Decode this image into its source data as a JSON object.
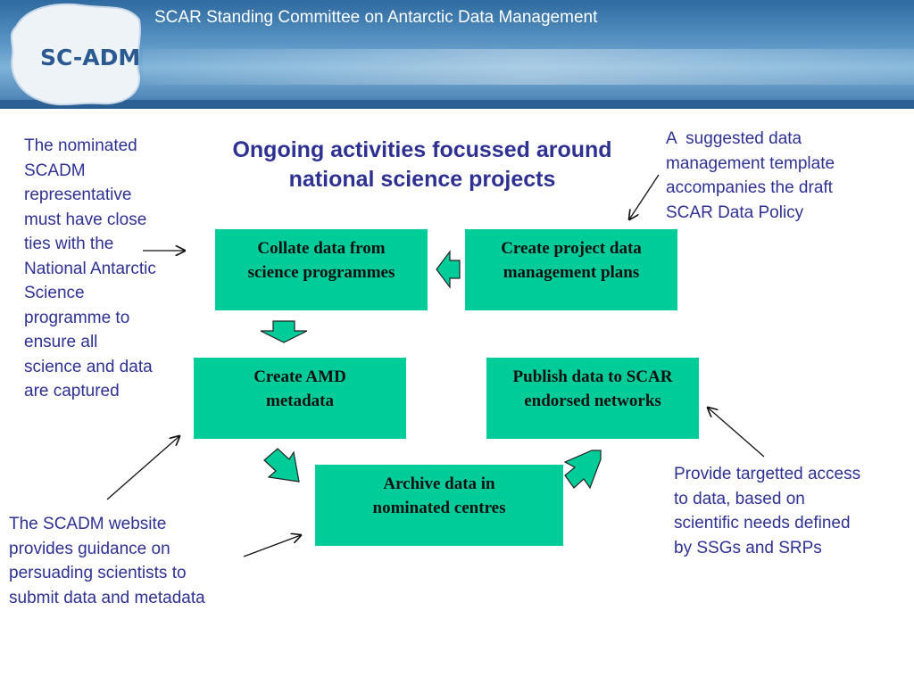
{
  "header": {
    "title": "SCAR Standing Committee on Antarctic Data Management",
    "logo_text": "SC-ADM"
  },
  "slide": {
    "title_line1": "Ongoing activities focussed around",
    "title_line2": "national science projects"
  },
  "boxes": {
    "collate": {
      "line1": "Collate data from",
      "line2": "science programmes"
    },
    "plans": {
      "line1": "Create project data",
      "line2": "management plans"
    },
    "amd": {
      "line1": "Create AMD",
      "line2": "metadata"
    },
    "publish": {
      "line1": "Publish data to SCAR",
      "line2": "endorsed networks"
    },
    "archive": {
      "line1": "Archive data in",
      "line2": "nominated centres"
    }
  },
  "notes": {
    "left": [
      "The nominated",
      "SCADM",
      "representative",
      "must have close",
      "ties with the",
      "National Antarctic",
      "Science",
      "programme to",
      "ensure all",
      "science and data",
      "are captured"
    ],
    "template": [
      "A  suggested data",
      "management template",
      "accompanies the draft",
      "SCAR Data Policy"
    ],
    "access": [
      "Provide targetted access",
      "to data, based on",
      "scientific needs defined",
      "by SSGs and SRPs"
    ],
    "website": [
      "The SCADM website",
      "provides guidance on",
      "persuading scientists to",
      "submit data and metadata"
    ]
  },
  "colors": {
    "box_fill": "#00cc99",
    "arrow_fill": "#00cc99",
    "text_blue": "#2e3192"
  }
}
